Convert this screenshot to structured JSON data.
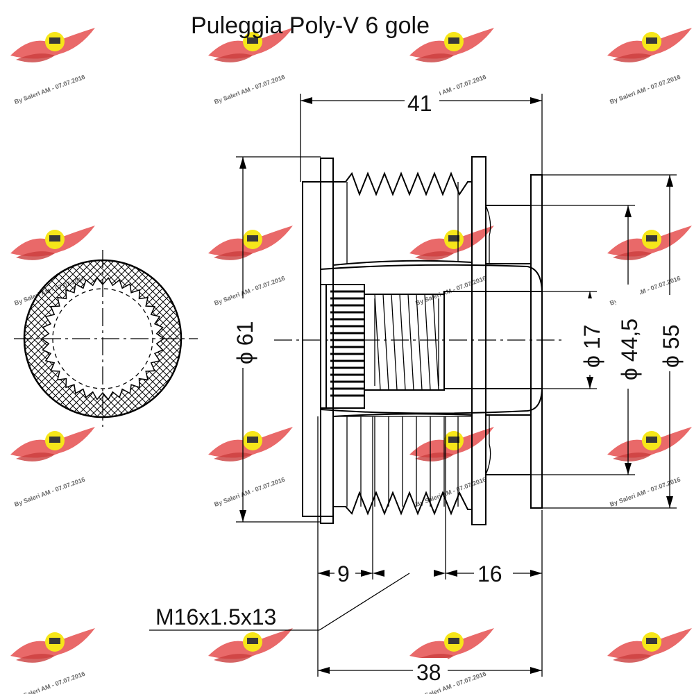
{
  "title": "Puleggia Poly-V 6 gole",
  "dimensions": {
    "overall_width": "41",
    "outer_diameter": "ϕ 61",
    "bore_diameter": "ϕ 17",
    "hub_diameter": "ϕ 44,5",
    "flange_diameter": "ϕ 55",
    "spline_depth": "9",
    "bore_depth": "16",
    "thread": "M16x1.5x13",
    "body_width": "38"
  },
  "watermark": {
    "text": "By Saleri AM - 07.07.2016",
    "color": "#e23b3b",
    "badge_color": "#f5e400"
  }
}
